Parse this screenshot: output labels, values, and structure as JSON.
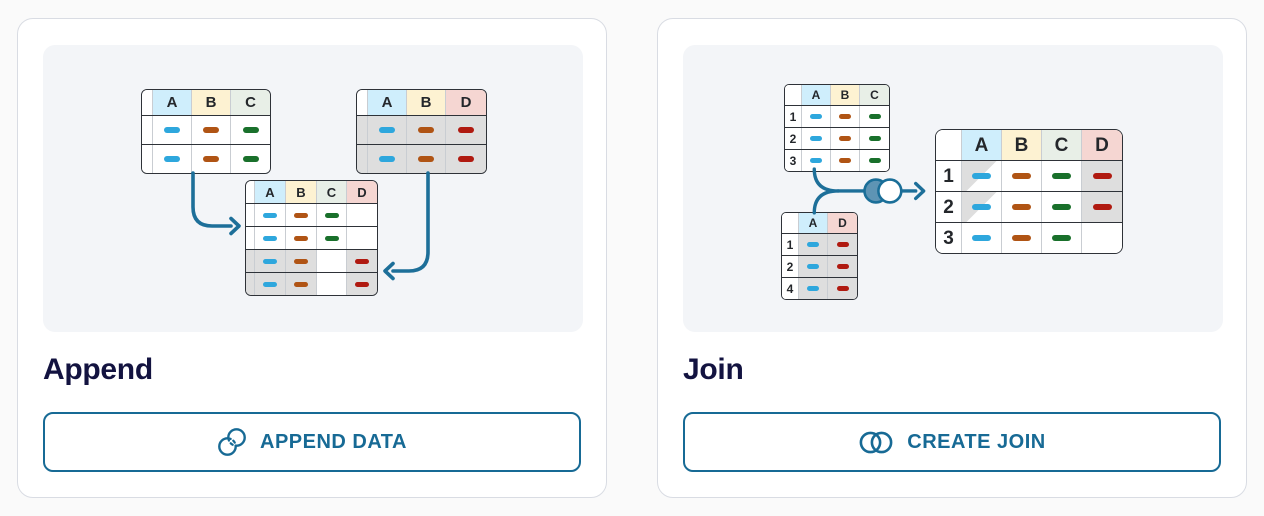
{
  "palette": {
    "dash": {
      "blue": "#2ea7dd",
      "brown": "#b05414",
      "green": "#19702b",
      "red": "#b01a10"
    },
    "header": {
      "A": "#cfeefc",
      "B": "#fdf2d2",
      "C": "#e8efe7",
      "D": "#f5d6d2"
    },
    "row_bg": {
      "white": "#ffffff",
      "gray": "#dedede"
    },
    "accent_blue": "#176a95",
    "title_navy": "#131340",
    "venn_fill": "#5e94b4"
  },
  "cards": [
    {
      "id": "append",
      "title": "Append",
      "button": {
        "label": "APPEND DATA",
        "icon": "append-circles-icon"
      },
      "diagram": {
        "tables": [
          {
            "name": "source-left",
            "columns": [
              "A",
              "B",
              "C"
            ],
            "rows": [
              {
                "label": "",
                "bg": "white",
                "cells": [
                  {
                    "dash": "blue"
                  },
                  {
                    "dash": "brown"
                  },
                  {
                    "dash": "green"
                  }
                ]
              },
              {
                "label": "",
                "bg": "white",
                "cells": [
                  {
                    "dash": "blue"
                  },
                  {
                    "dash": "brown"
                  },
                  {
                    "dash": "green"
                  }
                ]
              }
            ]
          },
          {
            "name": "source-right",
            "columns": [
              "A",
              "B",
              "D"
            ],
            "rows": [
              {
                "label": "",
                "bg": "gray",
                "cells": [
                  {
                    "dash": "blue"
                  },
                  {
                    "dash": "brown"
                  },
                  {
                    "dash": "red"
                  }
                ]
              },
              {
                "label": "",
                "bg": "gray",
                "cells": [
                  {
                    "dash": "blue"
                  },
                  {
                    "dash": "brown"
                  },
                  {
                    "dash": "red"
                  }
                ]
              }
            ]
          },
          {
            "name": "result",
            "columns": [
              "A",
              "B",
              "C",
              "D"
            ],
            "rows": [
              {
                "label": "",
                "bg": "white",
                "cells": [
                  {
                    "dash": "blue"
                  },
                  {
                    "dash": "brown"
                  },
                  {
                    "dash": "green"
                  },
                  {}
                ]
              },
              {
                "label": "",
                "bg": "white",
                "cells": [
                  {
                    "dash": "blue"
                  },
                  {
                    "dash": "brown"
                  },
                  {
                    "dash": "green"
                  },
                  {}
                ]
              },
              {
                "label": "",
                "bg": "gray",
                "cells": [
                  {
                    "dash": "blue"
                  },
                  {
                    "dash": "brown"
                  },
                  {
                    "bg": "white"
                  },
                  {
                    "dash": "red"
                  }
                ]
              },
              {
                "label": "",
                "bg": "gray",
                "cells": [
                  {
                    "dash": "blue"
                  },
                  {
                    "dash": "brown"
                  },
                  {
                    "bg": "white"
                  },
                  {
                    "dash": "red"
                  }
                ]
              }
            ]
          }
        ]
      }
    },
    {
      "id": "join",
      "title": "Join",
      "button": {
        "label": "CREATE JOIN",
        "icon": "venn-circles-icon"
      },
      "diagram": {
        "tables": [
          {
            "name": "source-top",
            "columns": [
              "A",
              "B",
              "C"
            ],
            "rows": [
              {
                "label": "1",
                "bg": "white",
                "cells": [
                  {
                    "dash": "blue"
                  },
                  {
                    "dash": "brown"
                  },
                  {
                    "dash": "green"
                  }
                ]
              },
              {
                "label": "2",
                "bg": "white",
                "cells": [
                  {
                    "dash": "blue"
                  },
                  {
                    "dash": "brown"
                  },
                  {
                    "dash": "green"
                  }
                ]
              },
              {
                "label": "3",
                "bg": "white",
                "cells": [
                  {
                    "dash": "blue"
                  },
                  {
                    "dash": "brown"
                  },
                  {
                    "dash": "green"
                  }
                ]
              }
            ]
          },
          {
            "name": "source-bottom",
            "columns": [
              "A",
              "D"
            ],
            "rows": [
              {
                "label": "1",
                "bg": "white",
                "cells": [
                  {
                    "dash": "blue",
                    "bg": "gray"
                  },
                  {
                    "dash": "red",
                    "bg": "gray"
                  }
                ]
              },
              {
                "label": "2",
                "bg": "white",
                "cells": [
                  {
                    "dash": "blue",
                    "bg": "gray"
                  },
                  {
                    "dash": "red",
                    "bg": "gray"
                  }
                ]
              },
              {
                "label": "4",
                "bg": "white",
                "cells": [
                  {
                    "dash": "blue",
                    "bg": "gray"
                  },
                  {
                    "dash": "red",
                    "bg": "gray"
                  }
                ]
              }
            ]
          },
          {
            "name": "result",
            "columns": [
              "A",
              "B",
              "C",
              "D"
            ],
            "rows": [
              {
                "label": "1",
                "bg": "white",
                "cells": [
                  {
                    "dash": "blue",
                    "diag": true
                  },
                  {
                    "dash": "brown"
                  },
                  {
                    "dash": "green"
                  },
                  {
                    "dash": "red",
                    "bg": "gray"
                  }
                ]
              },
              {
                "label": "2",
                "bg": "white",
                "cells": [
                  {
                    "dash": "blue",
                    "diag": true
                  },
                  {
                    "dash": "brown"
                  },
                  {
                    "dash": "green"
                  },
                  {
                    "dash": "red",
                    "bg": "gray"
                  }
                ]
              },
              {
                "label": "3",
                "bg": "white",
                "cells": [
                  {
                    "dash": "blue"
                  },
                  {
                    "dash": "brown"
                  },
                  {
                    "dash": "green"
                  },
                  {}
                ]
              }
            ]
          }
        ]
      }
    }
  ]
}
